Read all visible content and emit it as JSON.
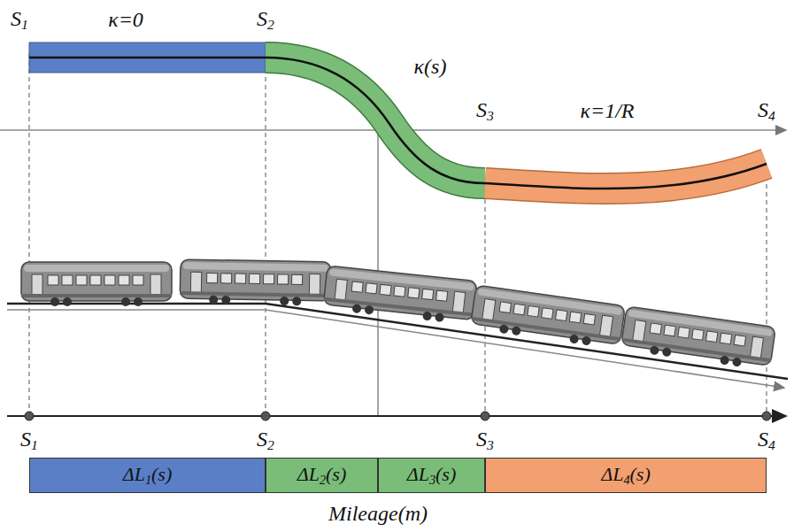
{
  "diagram": {
    "nodes": [
      {
        "text": [
          "ΔL1(s)"
        ]
      },
      {
        "text": [
          "ΔL2(s)"
        ]
      },
      {
        "text": [
          "ΔL3(s)"
        ]
      },
      {
        "text": [
          "ΔL4(s)"
        ]
      }
    ],
    "labels": [
      "S1",
      "κ=0",
      "S2",
      "κ(s)",
      "S3",
      "κ=1/R",
      "S4",
      "S1",
      "S2",
      "S3",
      "S4",
      "Mileage(m)"
    ]
  }
}
